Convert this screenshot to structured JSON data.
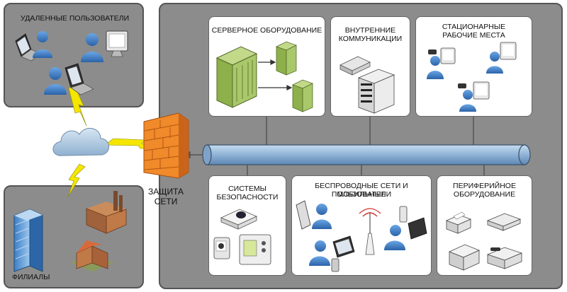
{
  "remote_users": {
    "title": "УДАЛЕННЫЕ ПОЛЬЗОВАТЕЛИ"
  },
  "branches": {
    "title": "ФИЛИАЛЫ"
  },
  "firewall": {
    "line1": "ЗАЩИТА",
    "line2": "СЕТИ"
  },
  "sections": {
    "servers": {
      "title": "СЕРВЕРНОЕ ОБОРУДОВАНИЕ"
    },
    "internal_comms": {
      "line1": "ВНУТРЕННИЕ",
      "line2": "КОММУНИКАЦИИ"
    },
    "workstations": {
      "line1": "СТАЦИОНАРНЫЕ",
      "line2": "РАБОЧИЕ МЕСТА"
    },
    "security": {
      "line1": "СИСТЕМЫ",
      "line2": "БЕЗОПАСНОСТИ"
    },
    "wireless": {
      "line1": "БЕСПРОВОДНЫЕ СЕТИ И МОБИЛЬНЫЕ",
      "line2": "ПОЛЬЗОВАТЕЛИ"
    },
    "peripheral": {
      "line1": "ПЕРИФЕРИЙНОЕ",
      "line2": "ОБОРУДОВАНИЕ"
    }
  },
  "colors": {
    "panel_gray": "#8c8c8c",
    "bus_blue": "#8fb2d6",
    "user_blue": "#3a7cc8",
    "server_green": "#8db04a",
    "firewall_orange": "#f07a1c",
    "lightning_yellow": "#f5e600"
  }
}
